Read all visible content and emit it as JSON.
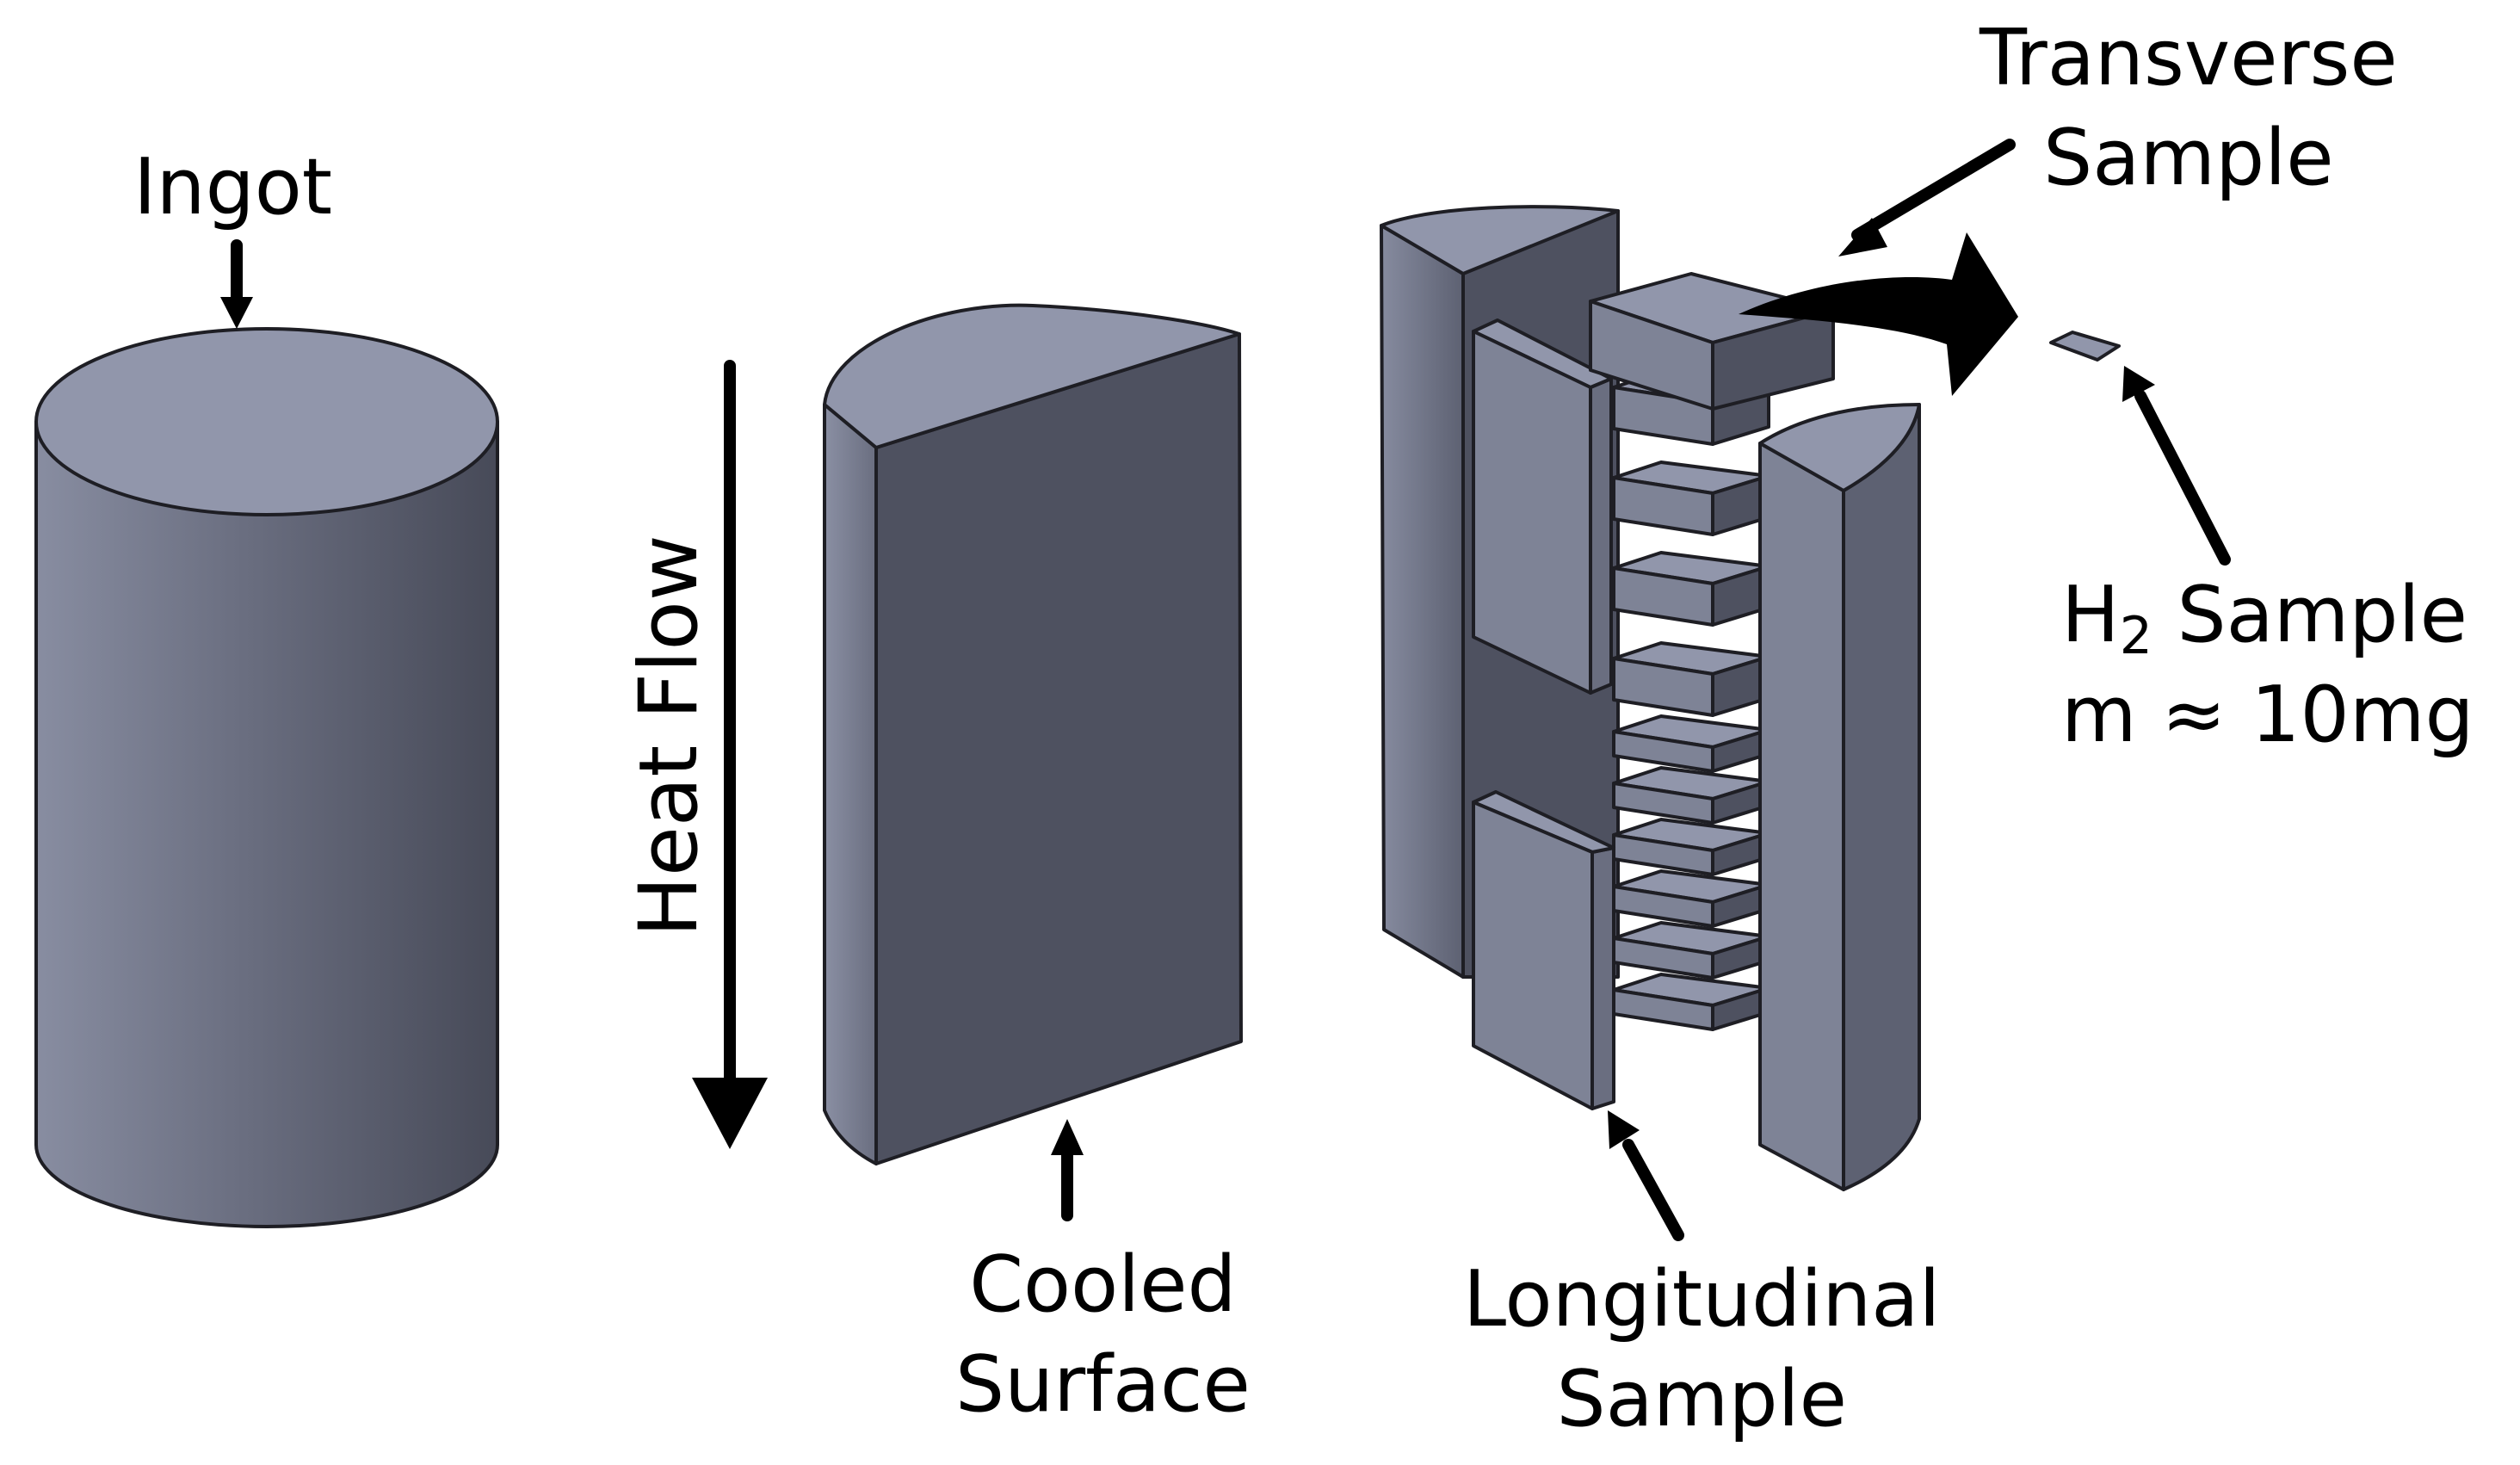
{
  "labels": {
    "ingot": "Ingot",
    "heat_flow": "Heat Flow",
    "cooled_surface": [
      "Cooled",
      "Surface"
    ],
    "transverse_sample": [
      "Transverse",
      "Sample"
    ],
    "longitudinal_sample": [
      "Longitudinal",
      "Sample"
    ],
    "h2_sample": {
      "prefix": "H",
      "subscript": "2",
      "suffix": " Sample"
    },
    "mass": "m ≈ 10mg"
  },
  "colors": {
    "top_face": "#9196ab",
    "side_light": "#7e8396",
    "side_dark": "#4e5160",
    "plate_face": "#8e93a8",
    "edge": "#1e1e24",
    "arrow": "#000000"
  }
}
